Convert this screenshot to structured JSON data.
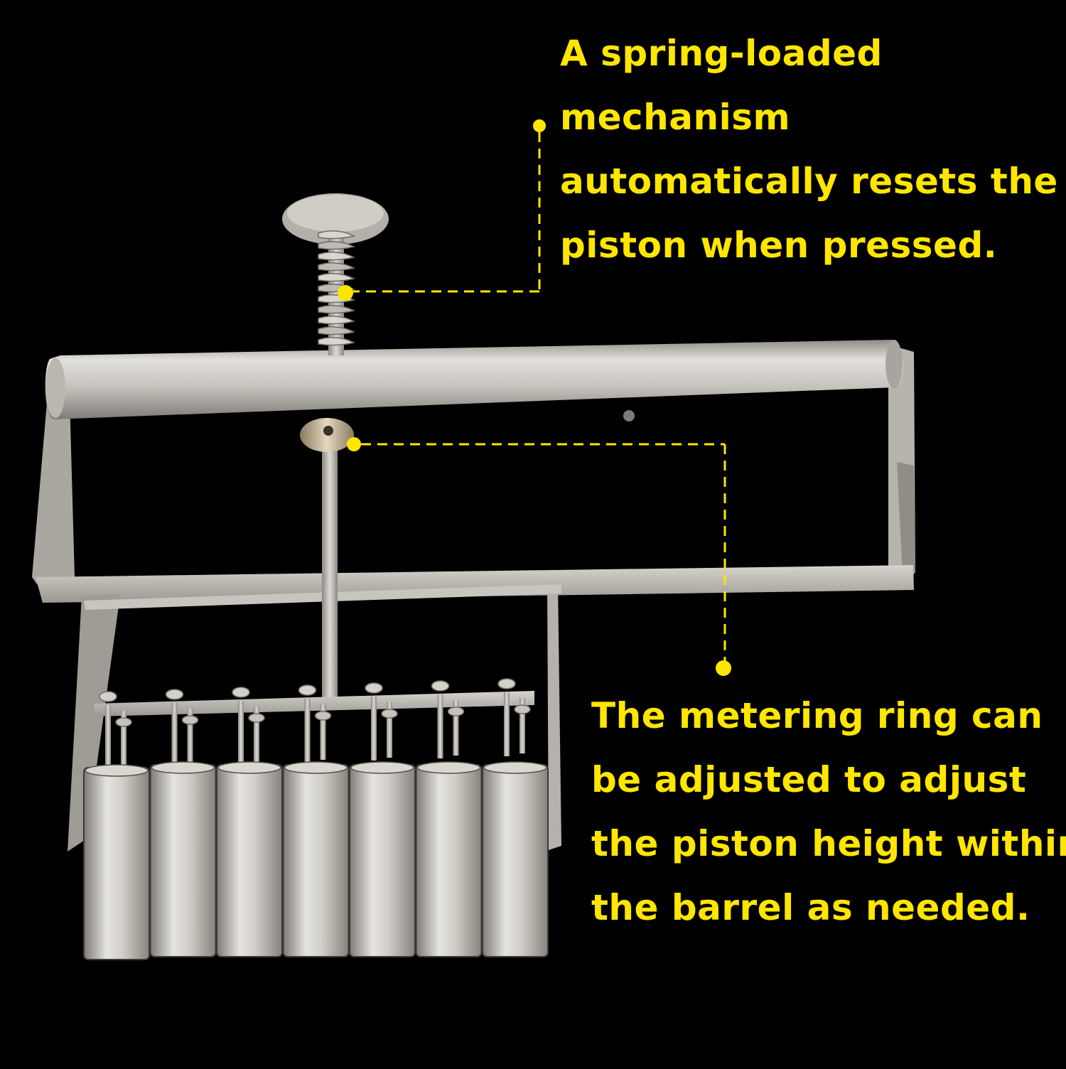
{
  "theme": {
    "background": "#000000",
    "annotation_color": "#ffe600",
    "metal_color": "#c9c7c0"
  },
  "callouts": {
    "spring": {
      "lines": [
        "A spring-loaded",
        "mechanism",
        "automatically resets the",
        "piston when pressed."
      ]
    },
    "metering_ring": {
      "lines": [
        "The metering ring can",
        "be adjusted to adjust",
        "the piston height within",
        "the barrel as needed."
      ]
    }
  },
  "product": {
    "name": "spring-loaded multi-barrel filling tool",
    "barrel_count": 7,
    "icon": "piston-filler-illustration"
  }
}
